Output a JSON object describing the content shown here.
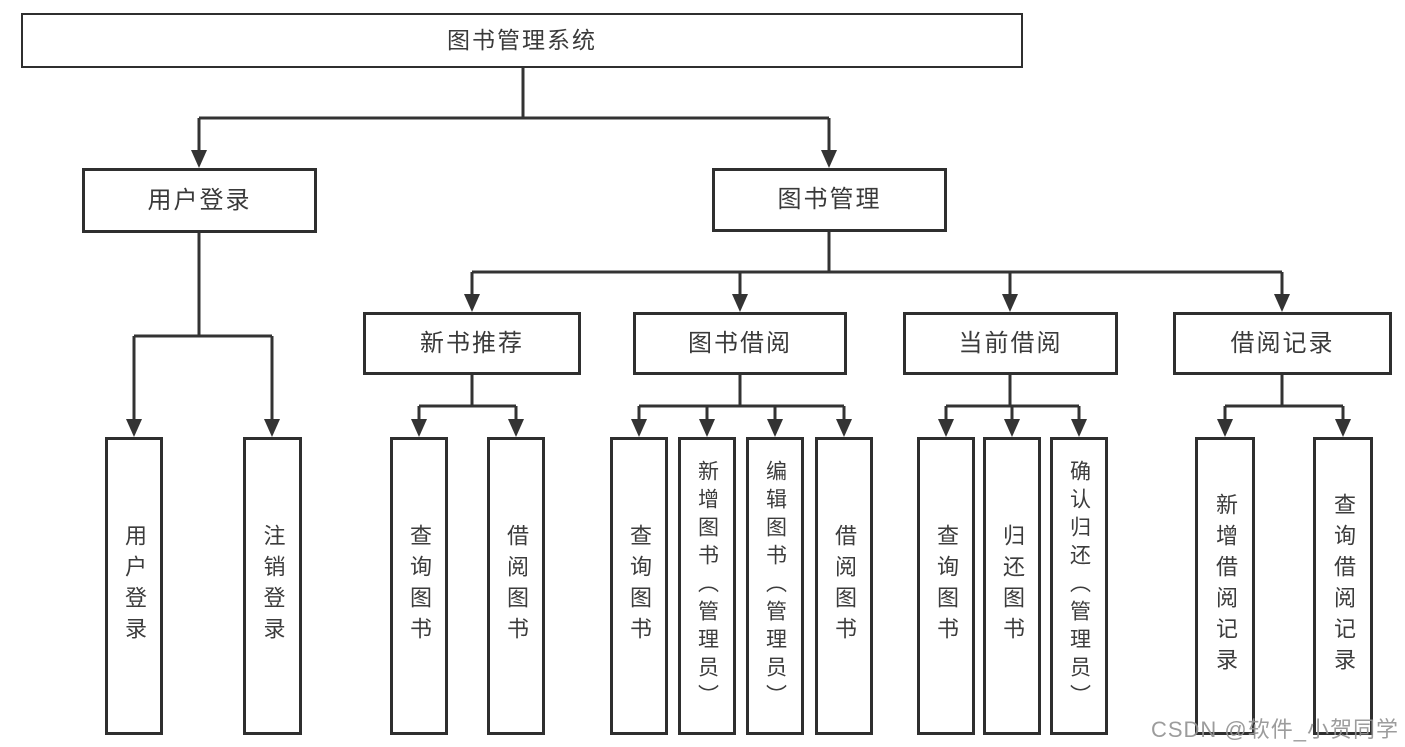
{
  "diagram": {
    "title": "图书管理系统",
    "root": {
      "label": "图书管理系统"
    },
    "level2": [
      {
        "label": "用户登录"
      },
      {
        "label": "图书管理"
      }
    ],
    "level3": [
      {
        "label": "新书推荐",
        "parent": "图书管理"
      },
      {
        "label": "图书借阅",
        "parent": "图书管理"
      },
      {
        "label": "当前借阅",
        "parent": "图书管理"
      },
      {
        "label": "借阅记录",
        "parent": "图书管理"
      }
    ],
    "leaves": [
      {
        "label": "用户登录",
        "parent": "用户登录"
      },
      {
        "label": "注销登录",
        "parent": "用户登录"
      },
      {
        "label": "查询图书",
        "parent": "新书推荐"
      },
      {
        "label": "借阅图书",
        "parent": "新书推荐"
      },
      {
        "label": "查询图书",
        "parent": "图书借阅"
      },
      {
        "label": "新增图书（管理员）",
        "parent": "图书借阅"
      },
      {
        "label": "编辑图书（管理员）",
        "parent": "图书借阅"
      },
      {
        "label": "借阅图书",
        "parent": "图书借阅"
      },
      {
        "label": "查询图书",
        "parent": "当前借阅"
      },
      {
        "label": "归还图书",
        "parent": "当前借阅"
      },
      {
        "label": "确认归还（管理员）",
        "parent": "当前借阅"
      },
      {
        "label": "新增借阅记录",
        "parent": "借阅记录"
      },
      {
        "label": "查询借阅记录",
        "parent": "借阅记录"
      }
    ],
    "colors": {
      "line": "#333333",
      "border": "#2f2f2f",
      "text": "#3a3a3a",
      "background": "#ffffff",
      "watermark": "#949494"
    },
    "watermark": {
      "text": "CSDN @软件_小贺同学"
    }
  }
}
